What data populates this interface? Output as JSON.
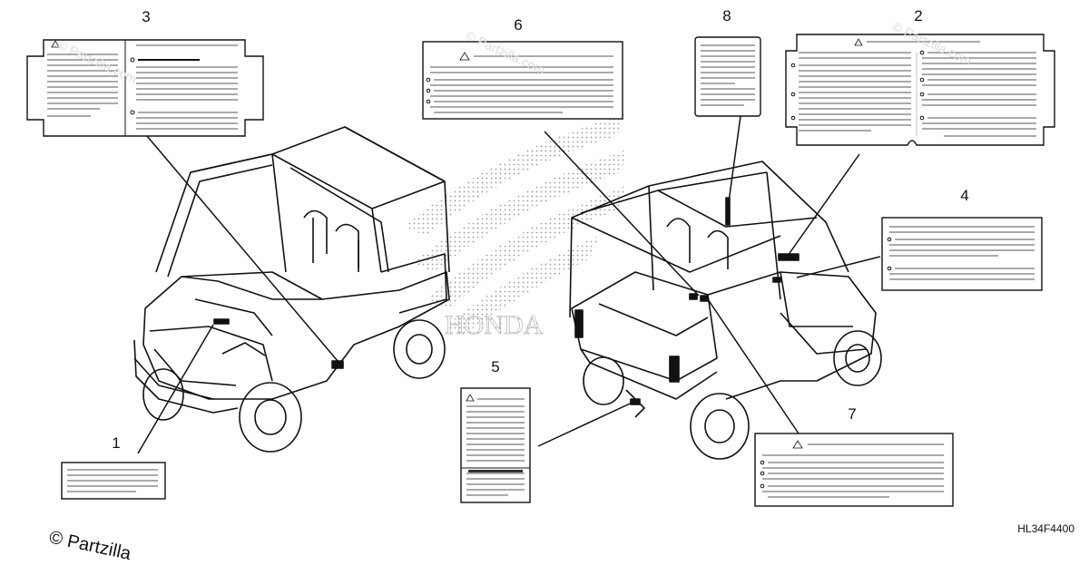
{
  "diagram": {
    "callouts": [
      "1",
      "2",
      "3",
      "4",
      "5",
      "6",
      "7",
      "8"
    ],
    "diagram_code": "HL34F4400",
    "copyright": "© Partzilla",
    "watermark": "© Partzilla.com"
  }
}
